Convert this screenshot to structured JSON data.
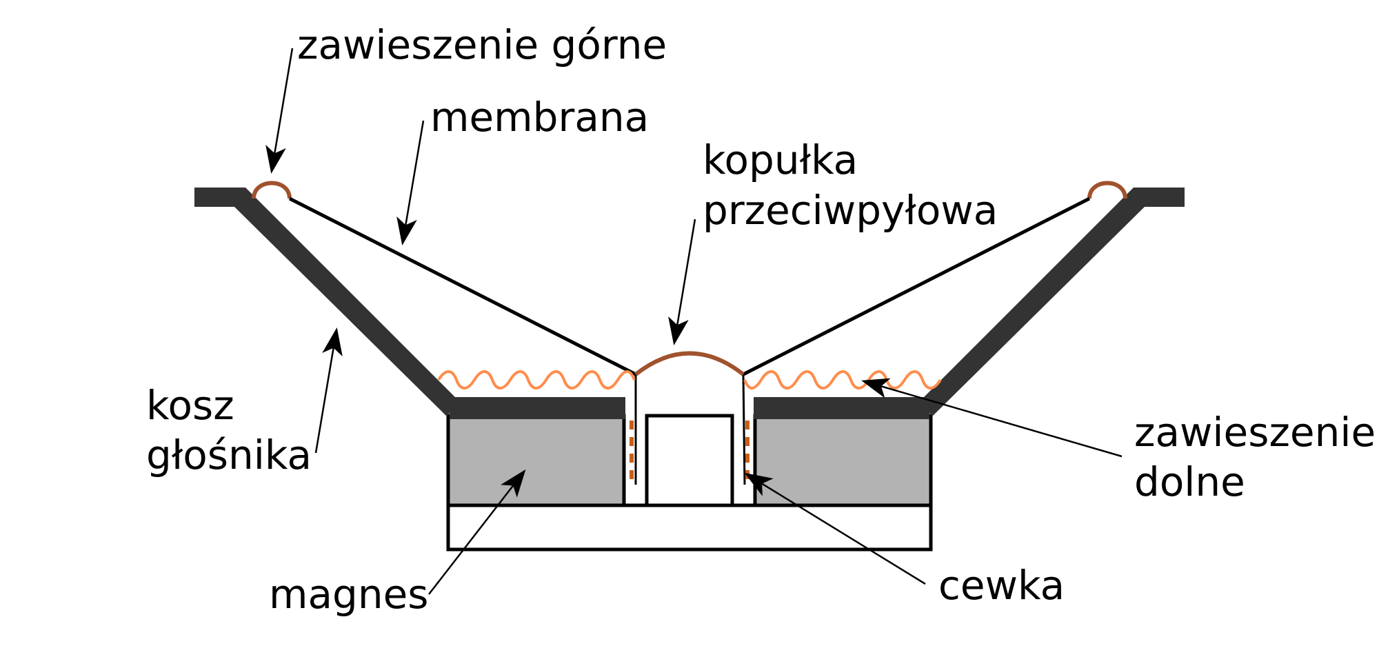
{
  "labels": {
    "upper_suspension": "zawieszenie górne",
    "membrane": "membrana",
    "dust_cap_line1": "kopułka",
    "dust_cap_line2": "przeciwpyłowa",
    "basket_line1": "kosz",
    "basket_line2": "głośnika",
    "lower_suspension_line1": "zawieszenie",
    "lower_suspension_line2": "dolne",
    "magnet": "magnes",
    "coil": "cewka"
  },
  "colors": {
    "basket": "#333333",
    "magnet": "#b3b3b3",
    "surround": "#a0522d",
    "spider": "#ff8c4b",
    "coil": "#c75e1a",
    "outline": "#000000"
  }
}
